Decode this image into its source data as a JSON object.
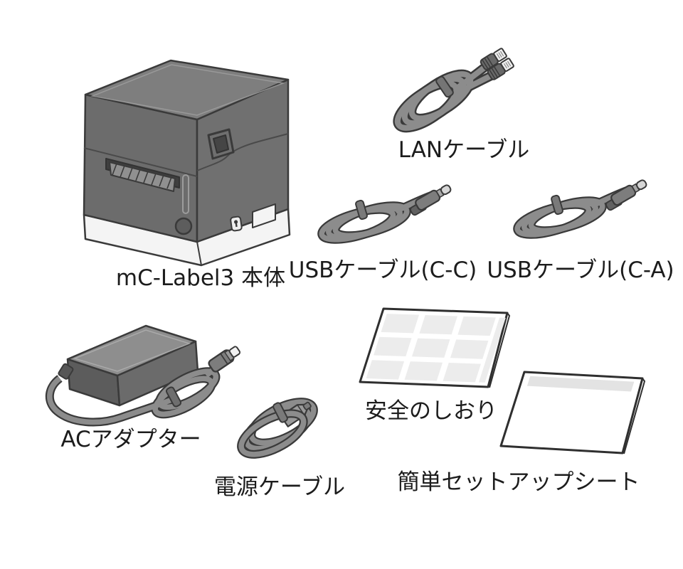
{
  "figure": {
    "description_role": "package-contents-diagram",
    "background": "#ffffff"
  },
  "colors": {
    "outline": "#3a3a3a",
    "front_gray": "#6c6c6c",
    "side_gray": "#707070",
    "top_gray": "#7e7e7e",
    "cable_gray": "#8c8c8c",
    "light_gray": "#ececec",
    "base_white": "#f4f4f4",
    "text_color": "#1c1c1c"
  },
  "items": [
    {
      "id": "printer",
      "label": "mC-Label3 本体"
    },
    {
      "id": "lan-cable",
      "label": "LANケーブル"
    },
    {
      "id": "usb-cable-cc",
      "label": "USBケーブル(C-C)"
    },
    {
      "id": "usb-cable-ca",
      "label": "USBケーブル(C-A)"
    },
    {
      "id": "ac-adapter",
      "label": "ACアダプター"
    },
    {
      "id": "power-cable",
      "label": "電源ケーブル"
    },
    {
      "id": "safety-leaflet",
      "label": "安全のしおり"
    },
    {
      "id": "setup-sheet",
      "label": "簡単セットアップシート"
    }
  ]
}
